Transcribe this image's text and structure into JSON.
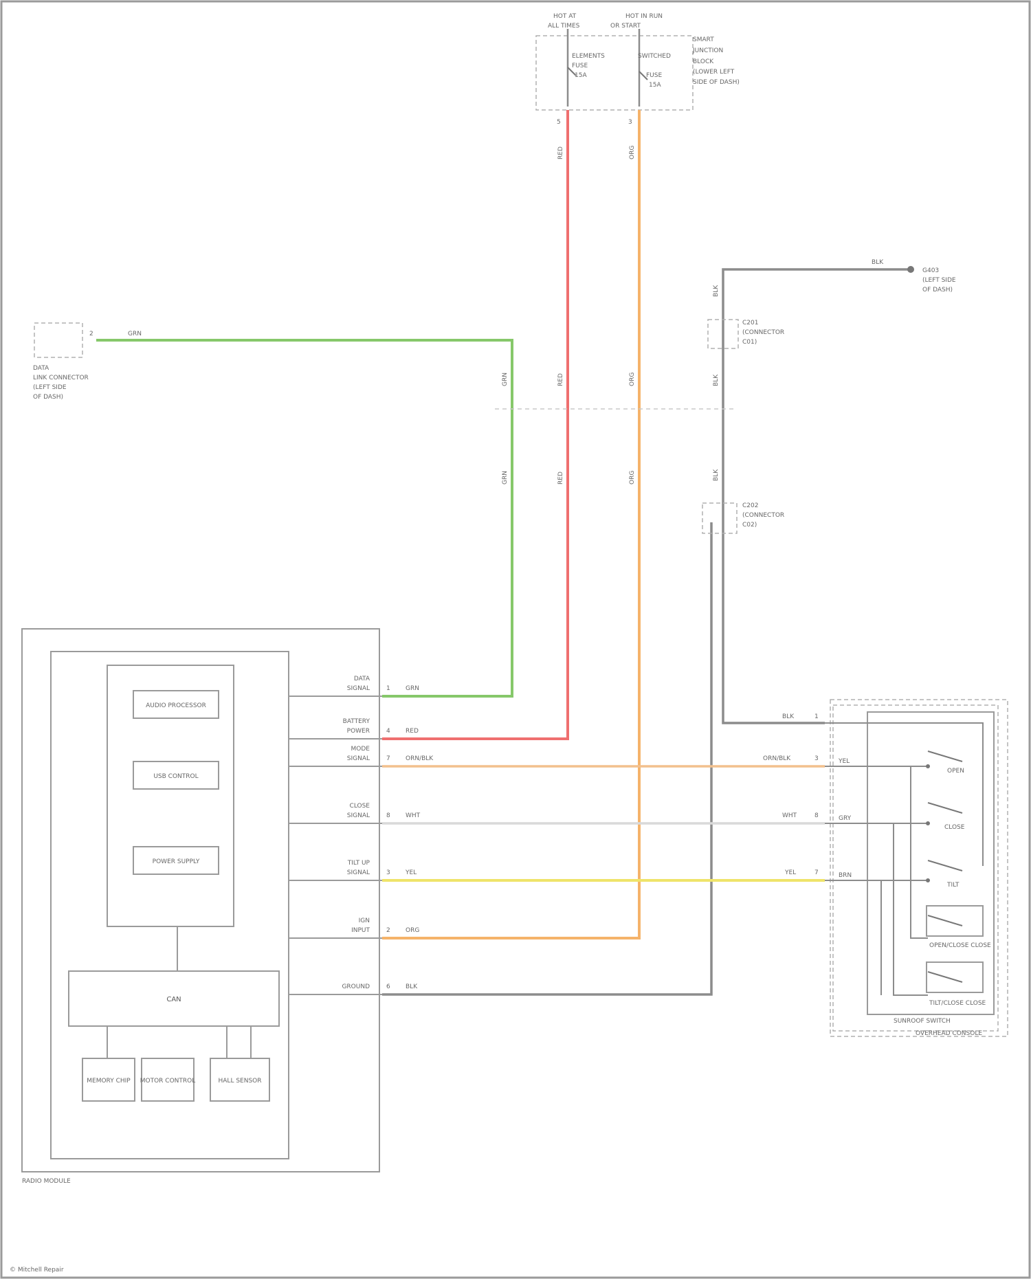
{
  "diagram": {
    "top_relay": {
      "left_supply": [
        "HOT AT",
        "ALL TIMES"
      ],
      "right_supply": [
        "HOT IN RUN",
        "OR START"
      ],
      "left_fuse": [
        "ELEMENTS",
        "FUSE",
        "15A"
      ],
      "right_fuse": [
        "SWITCHED",
        "FUSE",
        "15A"
      ],
      "block_name": [
        "SMART",
        "JUNCTION",
        "BLOCK",
        "(LOWER LEFT",
        "SIDE OF DASH)"
      ],
      "left_pin": "5",
      "right_pin": "3"
    },
    "ground_reference": {
      "wire_color": "BLK",
      "label": [
        "G403",
        "(LEFT SIDE",
        "OF DASH)"
      ]
    },
    "left_connector": {
      "pin": "2",
      "wire": "GRN",
      "label": [
        "DATA",
        "LINK CONNECTOR",
        "(LEFT SIDE",
        "OF DASH)"
      ]
    },
    "inline_connector_upper": {
      "label": [
        "C201",
        "(CONNECTOR",
        "C01)"
      ]
    },
    "inline_connector_lower": {
      "label": [
        "C202",
        "(CONNECTOR",
        "C02)"
      ]
    },
    "vertical_wire_labels": {
      "green": "GRN",
      "red": "RED",
      "orange": "ORG",
      "black": "BLK"
    },
    "main_module": {
      "name": "RADIO MODULE",
      "subblocks": [
        "AUDIO PROCESSOR",
        "USB CONTROL",
        "POWER SUPPLY"
      ],
      "bus_block": "CAN",
      "bottom_blocks": [
        "MEMORY CHIP",
        "MOTOR CONTROL",
        "HALL SENSOR"
      ]
    },
    "module_pins": [
      {
        "name": [
          "DATA",
          "SIGNAL"
        ],
        "pin": "1",
        "wire": "GRN"
      },
      {
        "name": [
          "BATTERY",
          "POWER"
        ],
        "pin": "4",
        "wire": "RED"
      },
      {
        "name": [
          "MODE",
          "SIGNAL"
        ],
        "pin": "7",
        "wire": "ORN/BLK"
      },
      {
        "name": [
          "CLOSE",
          "SIGNAL"
        ],
        "pin": "8",
        "wire": "WHT"
      },
      {
        "name": [
          "TILT UP",
          "SIGNAL"
        ],
        "pin": "3",
        "wire": "YEL"
      },
      {
        "name": [
          "IGN",
          "INPUT"
        ],
        "pin": "2",
        "wire": "ORG"
      },
      {
        "name": [
          "GROUND"
        ],
        "pin": "6",
        "wire": "BLK"
      }
    ],
    "switch_side_wires": [
      {
        "wire": "ORN/BLK",
        "pin": "3",
        "code": "YEL"
      },
      {
        "wire": "WHT",
        "pin": "8",
        "code": "GRY"
      },
      {
        "wire": "YEL",
        "pin": "7",
        "code": "BRN"
      }
    ],
    "switch_ground_wire": "BLK",
    "switch_ground_pin": "1",
    "switches": [
      "OPEN",
      "CLOSE",
      "TILT",
      "OPEN/CLOSE CLOSE",
      "TILT/CLOSE CLOSE"
    ],
    "switch_panel_inner": "SUNROOF SWITCH",
    "switch_panel_outer": "OVERHEAD CONSOLE",
    "footer": "© Mitchell Repair"
  }
}
